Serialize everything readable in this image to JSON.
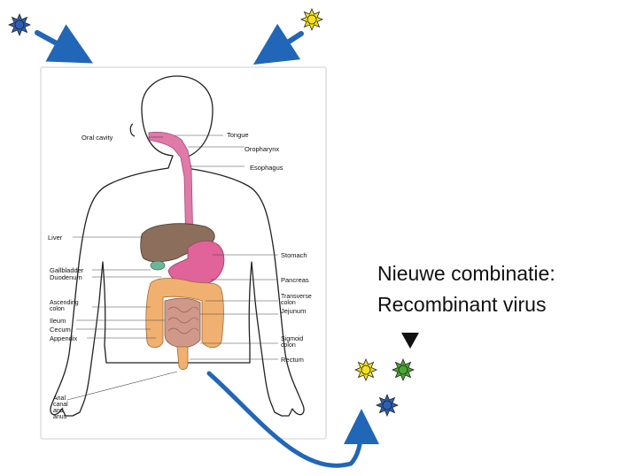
{
  "caption": {
    "line1": "Nieuwe combinatie:",
    "line2": "Recombinant virus"
  },
  "labels": {
    "oral_cavity": "Oral cavity",
    "tongue": "Tongue",
    "oropharynx": "Oropharynx",
    "esophagus": "Esophagus",
    "liver": "Liver",
    "stomach": "Stomach",
    "gallbladder": "Gallbladder",
    "duodenum": "Duodenum",
    "pancreas": "Pancreas",
    "transverse_colon": [
      "Transverse",
      "colon"
    ],
    "jejunum": "Jejunum",
    "ascending_colon": [
      "Ascending",
      "colon"
    ],
    "ileum": "Ileum",
    "cecum": "Cecum",
    "appendix": "Appendix",
    "sigmoid_colon": [
      "Sigmoid",
      "colon"
    ],
    "rectum": "Rectum",
    "anal_canal": [
      "Anal",
      "canal",
      "and",
      "anus"
    ]
  },
  "virus_icons": [
    {
      "name": "blue-virus",
      "color": "#2e5fb5"
    },
    {
      "name": "yellow-virus",
      "color": "#f5e21a"
    },
    {
      "name": "recombinant-yellow-virus",
      "color": "#f5e21a"
    },
    {
      "name": "recombinant-green-virus",
      "color": "#4aa632"
    },
    {
      "name": "recombinant-blue-virus",
      "color": "#2e5fb5"
    }
  ],
  "colors": {
    "arrow": "#2166b7",
    "esophagus": "#e07aa8",
    "liver": "#8b6f5c",
    "stomach": "#e0639a",
    "intestine": "#f0b070",
    "small_intestine": "#d09888",
    "gallbladder": "#6fb59a"
  }
}
